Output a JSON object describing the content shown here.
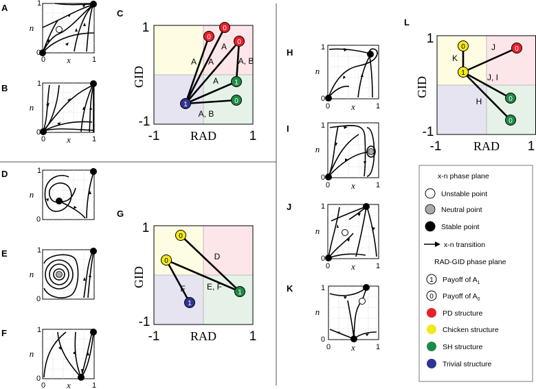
{
  "panels": {
    "A": "A",
    "B": "B",
    "C": "C",
    "D": "D",
    "E": "E",
    "F": "F",
    "G": "G",
    "H": "H",
    "I": "I",
    "J": "J",
    "K": "K",
    "L": "L"
  },
  "phase_axes": {
    "x_label": "x",
    "y_label": "n",
    "tick_0": "0",
    "tick_1": "1"
  },
  "big_axes": {
    "x_label": "RAD",
    "y_label": "GID",
    "tick_neg": "-1",
    "tick_pos": "1"
  },
  "payoff_labels": {
    "a1": "1",
    "a0": "0"
  },
  "transitions": {
    "C": [
      "A",
      "A",
      "A",
      "A, B",
      "A",
      "A, B"
    ],
    "G": [
      "D",
      "E, F",
      "F"
    ],
    "L": [
      "K",
      "J",
      "J, I",
      "H"
    ]
  },
  "legend": {
    "section1_title": "x-n phase plane",
    "unstable": "Unstable point",
    "neutral": "Neutral point",
    "stable": "Stable point",
    "transition": "x-n transition",
    "section2_title": "RAD-GID phase plane",
    "payoff_a1_prefix": "Payoff of A",
    "payoff_a1_sub": "1",
    "payoff_a0_prefix": "Payoff of A",
    "payoff_a0_sub": "0",
    "pd": "PD structure",
    "chicken": "Chicken structure",
    "sh": "SH structure",
    "trivial": "Trivial structure"
  },
  "colors": {
    "pd": "#e8202a",
    "chicken": "#f2e81c",
    "sh": "#1f8a45",
    "trivial": "#2e3590",
    "quad_pd": "#fde6ea",
    "quad_chicken": "#fefce3",
    "quad_sh": "#e6f2e8",
    "quad_trivial": "#e7e4f2",
    "neutral": "#a9a9a9"
  }
}
